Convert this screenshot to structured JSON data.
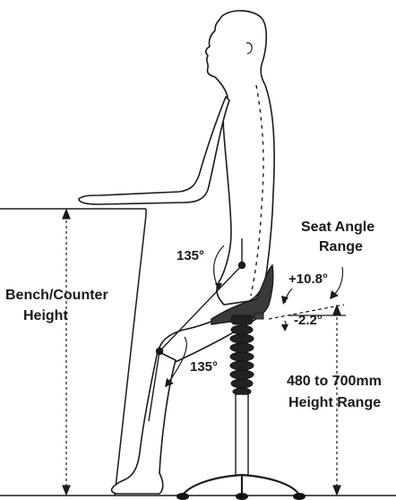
{
  "labels": {
    "bench_line1": "Bench/Counter",
    "bench_line2": "Height",
    "seat_angle_line1": "Seat Angle",
    "seat_angle_line2": "Range",
    "angle_plus": "+10.8°",
    "angle_minus": "-2.2°",
    "hip_angle": "135°",
    "knee_angle": "135°",
    "height_range_line1": "480 to 700mm",
    "height_range_line2": "Height Range"
  },
  "colors": {
    "ink": "#1a1a1a",
    "body_fill": "#ffffff",
    "stool_dark": "#222222",
    "seat": "#3a3a3a"
  }
}
